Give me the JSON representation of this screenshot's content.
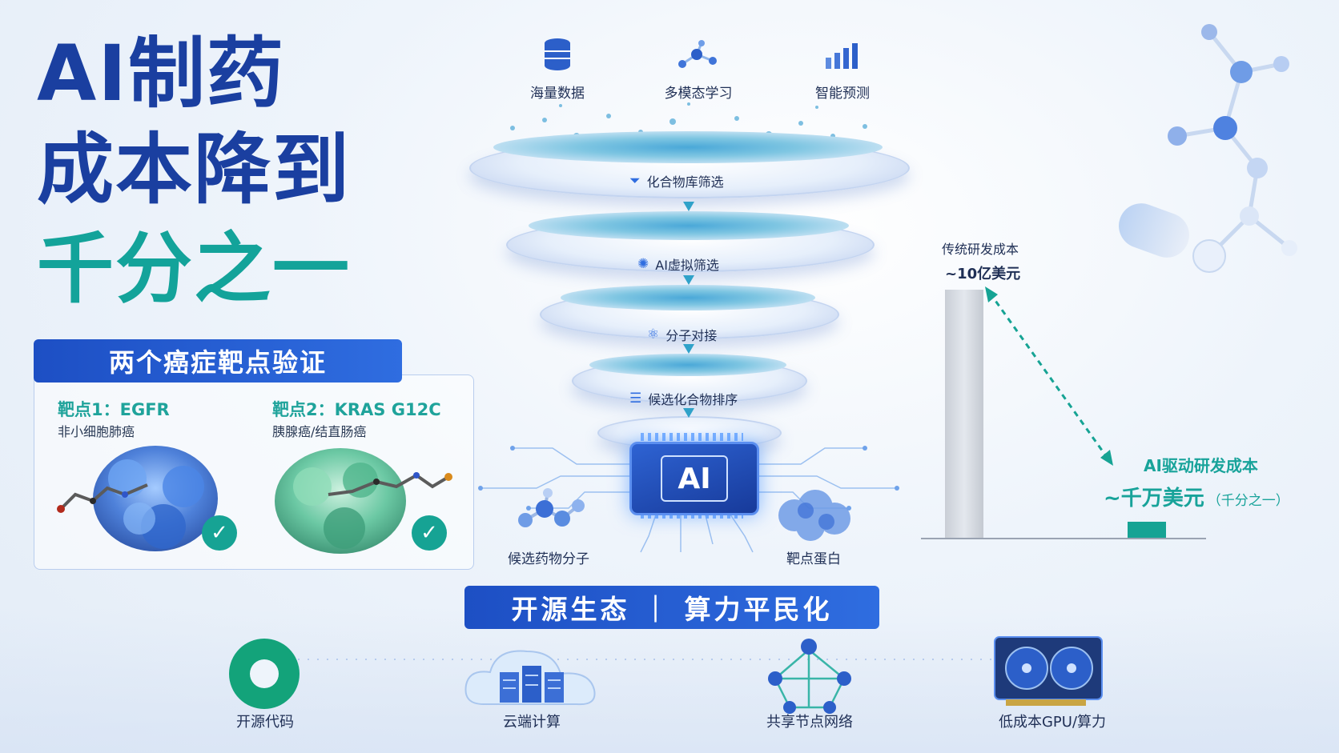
{
  "headline": {
    "line1": "AI制药",
    "line2": "成本降到",
    "line3": "千分之一"
  },
  "targets": {
    "banner": "两个癌症靶点验证",
    "items": [
      {
        "title": "靶点1：EGFR",
        "subtitle": "非小细胞肺癌",
        "check_icon": "check-icon"
      },
      {
        "title": "靶点2：KRAS G12C",
        "subtitle": "胰腺癌/结直肠癌",
        "check_icon": "check-icon"
      }
    ]
  },
  "funnel": {
    "top_items": [
      {
        "label": "海量数据",
        "icon": "database-icon"
      },
      {
        "label": "多模态学习",
        "icon": "molecule-network-icon"
      },
      {
        "label": "智能预测",
        "icon": "bar-chart-icon"
      }
    ],
    "stages": [
      {
        "label": "化合物库筛选",
        "icon": "filter-icon"
      },
      {
        "label": "AI虚拟筛选",
        "icon": "brain-icon"
      },
      {
        "label": "分子对接",
        "icon": "molecule-icon"
      },
      {
        "label": "候选化合物排序",
        "icon": "list-icon"
      }
    ],
    "chip_label": "AI",
    "left_output": "候选药物分子",
    "right_output": "靶点蛋白"
  },
  "cost": {
    "traditional_label": "传统研发成本",
    "traditional_value": "~10亿美元",
    "ai_label": "AI驱动研发成本",
    "ai_value": "~千万美元",
    "ai_note": "（千分之一）",
    "traditional_level": 1.0,
    "ai_level": 0.001
  },
  "ecosystem": {
    "banner": "开源生态 ｜ 算力平民化",
    "items": [
      {
        "label": "开源代码",
        "icon": "open-source-icon"
      },
      {
        "label": "云端计算",
        "icon": "cloud-server-icon"
      },
      {
        "label": "共享节点网络",
        "icon": "network-people-icon"
      },
      {
        "label": "低成本GPU/算力",
        "icon": "gpu-card-icon"
      }
    ]
  },
  "colors": {
    "brand_blue": "#1a3fa0",
    "accent_teal": "#13a39a",
    "banner_blue": "#2f6de0"
  }
}
